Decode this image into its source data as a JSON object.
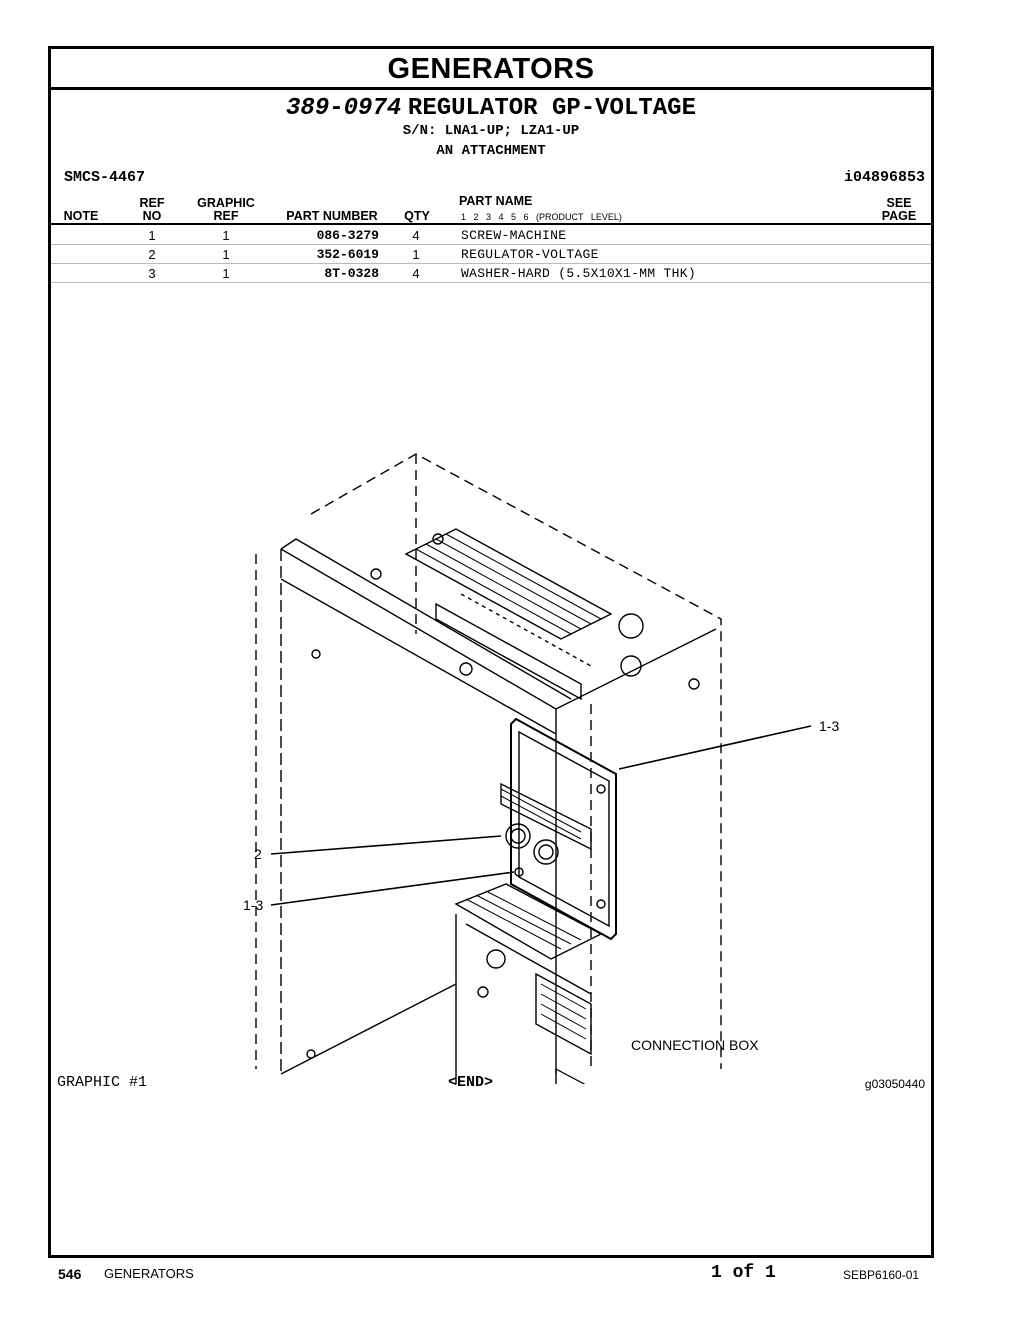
{
  "header": {
    "section_title": "GENERATORS",
    "part_number": "389-0974",
    "part_title": "REGULATOR GP-VOLTAGE",
    "serial_numbers": "S/N: LNA1-UP; LZA1-UP",
    "attachment": "AN ATTACHMENT",
    "smcs": "SMCS-4467",
    "info_id": "i04896853"
  },
  "table": {
    "headers": {
      "note": "NOTE",
      "ref_top": "REF",
      "ref_bottom": "NO",
      "graphic_top": "GRAPHIC",
      "graphic_bottom": "REF",
      "part_number": "PART NUMBER",
      "qty": "QTY",
      "part_name": "PART NAME",
      "product_levels": "1  2  3  4  5  6  (PRODUCT LEVEL)",
      "see_top": "SEE",
      "see_bottom": "PAGE"
    },
    "rows": [
      {
        "ref": "1",
        "graphic_ref": "1",
        "part_number": "086-3279",
        "qty": "4",
        "part_name": "SCREW-MACHINE"
      },
      {
        "ref": "2",
        "graphic_ref": "1",
        "part_number": "352-6019",
        "qty": "1",
        "part_name": "REGULATOR-VOLTAGE"
      },
      {
        "ref": "3",
        "graphic_ref": "1",
        "part_number": "8T-0328",
        "qty": "4",
        "part_name": "WASHER-HARD (5.5X10X1-MM THK)"
      }
    ]
  },
  "graphic": {
    "callout_top_right": "1-3",
    "callout_2": "2",
    "callout_bottom_left": "1-3",
    "connection_box_label": "CONNECTION BOX",
    "graphic_label": "GRAPHIC #1",
    "end_marker": "<END>",
    "graphic_id": "g03050440"
  },
  "footer": {
    "page_number": "546",
    "section": "GENERATORS",
    "page_of": "1 of 1",
    "doc_id": "SEBP6160-01"
  }
}
